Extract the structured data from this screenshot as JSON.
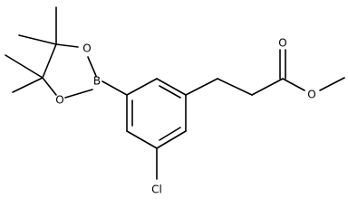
{
  "molecule": {
    "atoms": {
      "boron": "B",
      "ring_oxygen_upper": "O",
      "ring_oxygen_lower": "O",
      "chlorine": "Cl",
      "carbonyl_oxygen": "O",
      "ester_oxygen": "O"
    }
  },
  "colors": {
    "bond": "#000000",
    "text": "#000000",
    "background": "#ffffff"
  }
}
